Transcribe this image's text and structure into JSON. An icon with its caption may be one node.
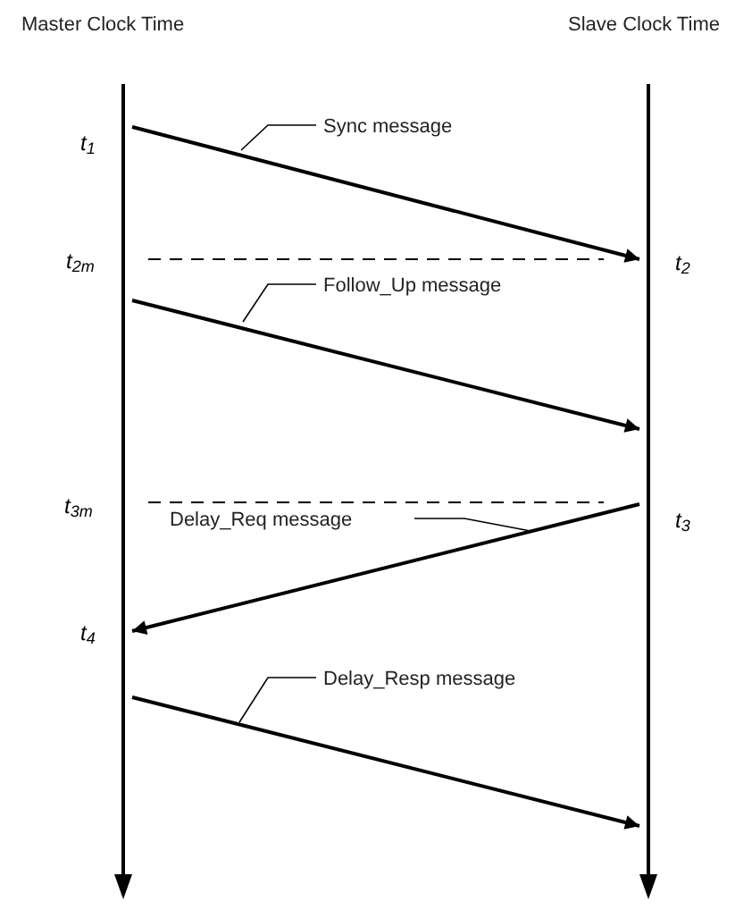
{
  "diagram": {
    "nodes": [
      {
        "text": [
          "Master Clock Time"
        ]
      },
      {
        "text": [
          "Slave Clock Time"
        ]
      },
      {
        "text": [],
        "shape": "bar"
      },
      {
        "text": [],
        "shape": "bar"
      }
    ],
    "edges": [
      {
        "from": 2,
        "to": 3,
        "arrow": "to",
        "label": "Sync message"
      },
      {
        "from": 2,
        "to": 3,
        "arrow": "to",
        "label": "Follow_Up message"
      },
      {
        "from": 3,
        "to": 2,
        "arrow": "to",
        "label": "Delay_Req message"
      },
      {
        "from": 2,
        "to": 3,
        "arrow": "to",
        "label": "Delay_Resp message"
      }
    ],
    "labels": [
      "t$_{1}$",
      "t$_{2m}$",
      "t$_{2}$",
      "t$_{3m}$",
      "t$_{3}$",
      "t$_{4}$"
    ]
  }
}
